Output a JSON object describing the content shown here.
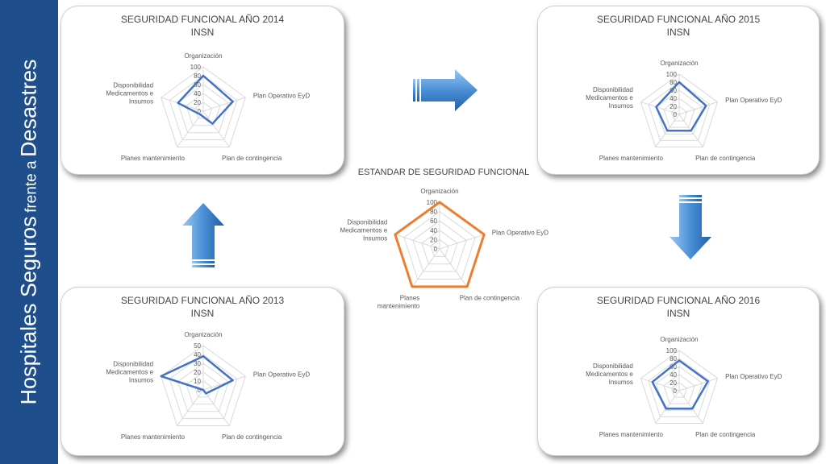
{
  "sidebar": {
    "title_part1": "Hospitales Seguros",
    "title_part2": "frente a",
    "title_part3": "Desastres"
  },
  "colors": {
    "sidebar": "#1f4e8c",
    "series_blue": "#4472c4",
    "standard_orange": "#ed7d31",
    "arrow": "#4a8fd6"
  },
  "charts": {
    "c2014": {
      "title": "SEGURIDAD FUNCIONAL  AÑO 2014",
      "subtitle": "INSN"
    },
    "c2015": {
      "title": "SEGURIDAD FUNCIONAL  AÑO 2015",
      "subtitle": "INSN"
    },
    "c2013": {
      "title": "SEGURIDAD FUNCIONAL  AÑO 2013",
      "subtitle": "INSN"
    },
    "c2016": {
      "title": "SEGURIDAD FUNCIONAL  AÑO 2016",
      "subtitle": "INSN"
    },
    "standard": {
      "title": "ESTANDAR  DE SEGURIDAD FUNCIONAL"
    }
  },
  "chart_data": [
    {
      "id": "c2014",
      "type": "radar",
      "title": "SEGURIDAD FUNCIONAL  AÑO 2014 INSN",
      "categories": [
        "Organización",
        "Plan Operativo EyD",
        "Plan de contingencia",
        "Planes mantenimiento",
        "Disponibilidad Medicamentos e Insumos"
      ],
      "values": [
        80,
        70,
        35,
        10,
        60
      ],
      "ylim": [
        0,
        100
      ],
      "ticks": [
        0,
        20,
        40,
        60,
        80,
        100
      ]
    },
    {
      "id": "c2015",
      "type": "radar",
      "title": "SEGURIDAD FUNCIONAL  AÑO 2015 INSN",
      "categories": [
        "Organización",
        "Plan Operativo EyD",
        "Plan de contingencia",
        "Planes mantenimiento",
        "Disponibilidad Medicamentos e Insumos"
      ],
      "values": [
        80,
        70,
        50,
        50,
        60
      ],
      "ylim": [
        0,
        100
      ],
      "ticks": [
        0,
        20,
        40,
        60,
        80,
        100
      ]
    },
    {
      "id": "c2013",
      "type": "radar",
      "title": "SEGURIDAD FUNCIONAL  AÑO 2013 INSN",
      "categories": [
        "Organización",
        "Plan Operativo EyD",
        "Plan de contingencia",
        "Planes mantenimiento",
        "Disponibilidad Medicamentos e Insumos"
      ],
      "values": [
        38,
        35,
        5,
        0,
        50
      ],
      "ylim": [
        0,
        50
      ],
      "ticks": [
        0,
        10,
        20,
        30,
        40,
        50
      ]
    },
    {
      "id": "c2016",
      "type": "radar",
      "title": "SEGURIDAD FUNCIONAL  AÑO 2016 INSN",
      "categories": [
        "Organización",
        "Plan Operativo EyD",
        "Plan de contingencia",
        "Planes mantenimiento",
        "Disponibilidad Medicamentos e Insumos"
      ],
      "values": [
        75,
        75,
        55,
        55,
        70
      ],
      "ylim": [
        0,
        100
      ],
      "ticks": [
        0,
        20,
        40,
        60,
        80,
        100
      ]
    },
    {
      "id": "standard",
      "type": "radar",
      "title": "ESTANDAR  DE SEGURIDAD FUNCIONAL",
      "categories": [
        "Organización",
        "Plan Operativo EyD",
        "Plan de contingencia",
        "Planes mantenimiento",
        "Disponibilidad Medicamentos e Insumos"
      ],
      "values": [
        100,
        100,
        100,
        100,
        100
      ],
      "ylim": [
        0,
        100
      ],
      "ticks": [
        0,
        20,
        40,
        60,
        80,
        100
      ]
    }
  ]
}
